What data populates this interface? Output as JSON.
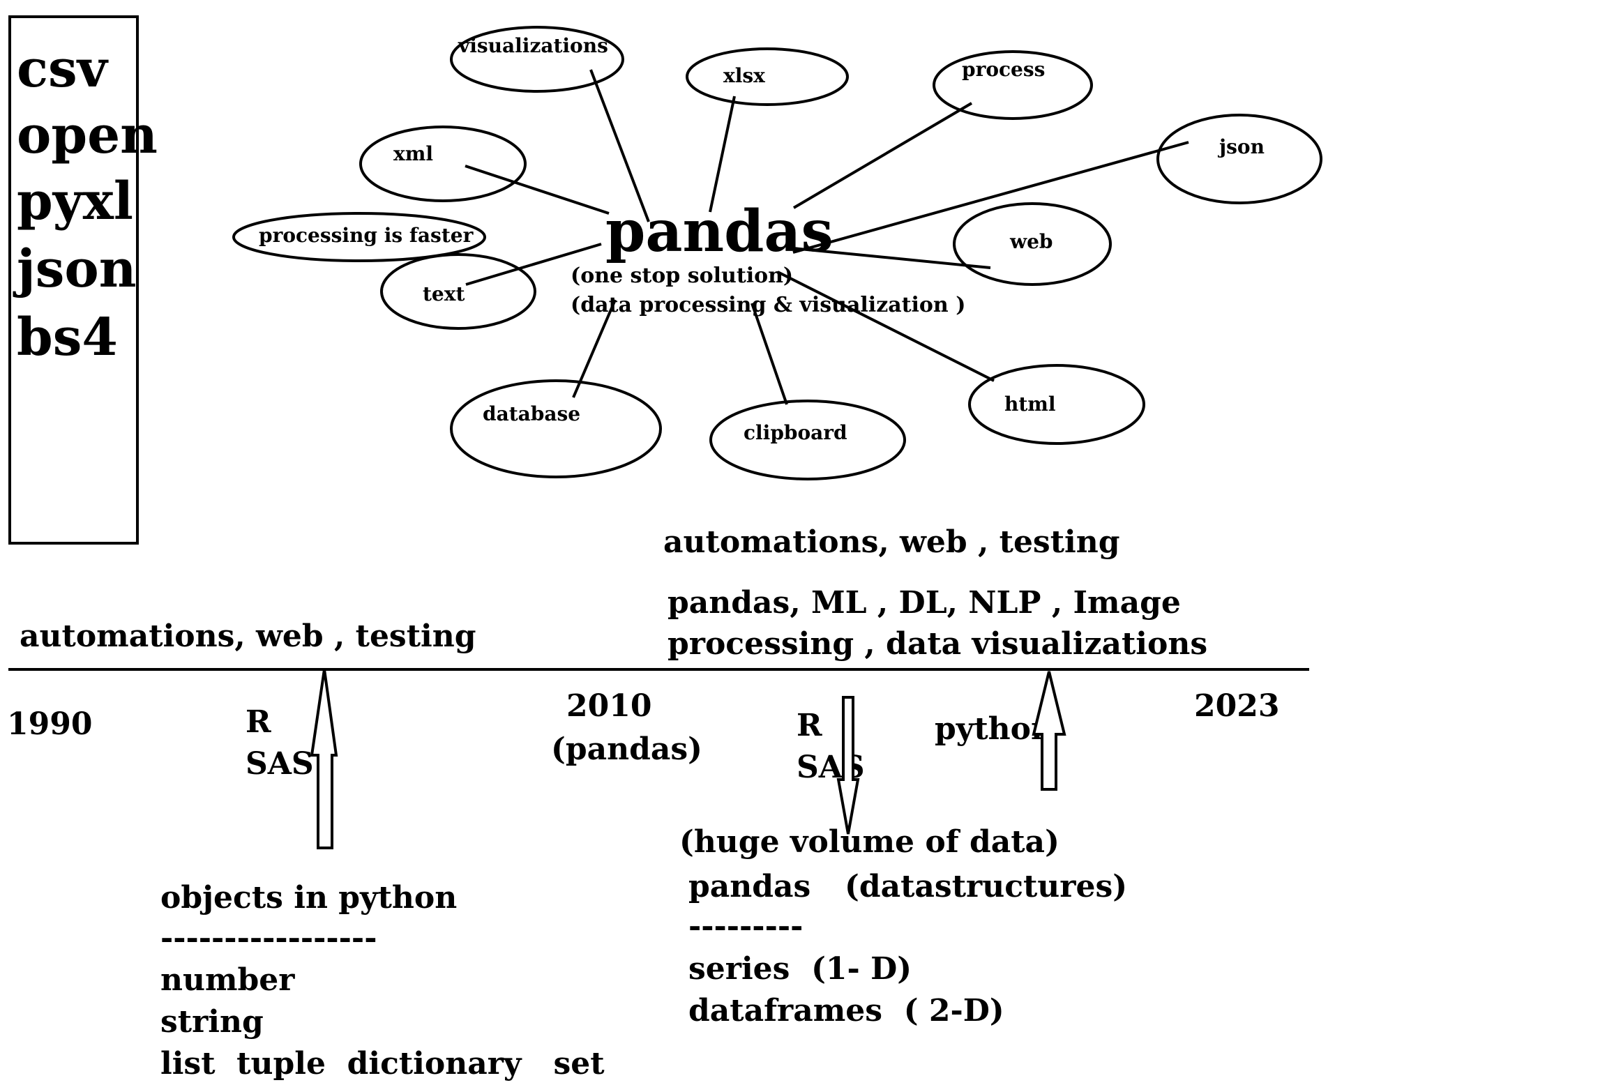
{
  "colors": {
    "ink": "#000000",
    "background": "#ffffff"
  },
  "side_list": [
    "csv",
    "open",
    "pyxl",
    "json",
    "bs4"
  ],
  "mindmap": {
    "center": "pandas",
    "center_notes": [
      "(one stop solution)",
      "(data processing & visualization )"
    ],
    "nodes": {
      "visualizations": "visualizations",
      "xlsx": "xlsx",
      "process": "process",
      "json": "json",
      "xml": "xml",
      "web": "web",
      "processing_is_faster": "processing is faster",
      "text": "text",
      "database": "database",
      "clipboard": "clipboard",
      "html": "html"
    }
  },
  "timeline": {
    "top_left_label": "automations, web , testing",
    "top_right_label": "automations, web , testing",
    "top_right_lines": [
      "pandas, ML , DL, NLP , Image",
      "processing , data visualizations"
    ],
    "year_1990": "1990",
    "r_1": "R",
    "sas_1": "SAS",
    "year_2010": "2010",
    "pandas_2010": "(pandas)",
    "r_2": "R",
    "sas_2": "SAS",
    "python": "python",
    "year_2023": "2023"
  },
  "objects_block": {
    "title": "objects in python",
    "divider": "-----------------",
    "items": [
      "number",
      "string",
      "list  tuple  dictionary   set"
    ]
  },
  "pandas_block": {
    "huge": "(huge volume of data)",
    "pandas": "pandas",
    "datastructures": "(datastructures)",
    "divider": "---------",
    "items": [
      "series  (1- D)",
      "dataframes  ( 2-D)"
    ]
  }
}
